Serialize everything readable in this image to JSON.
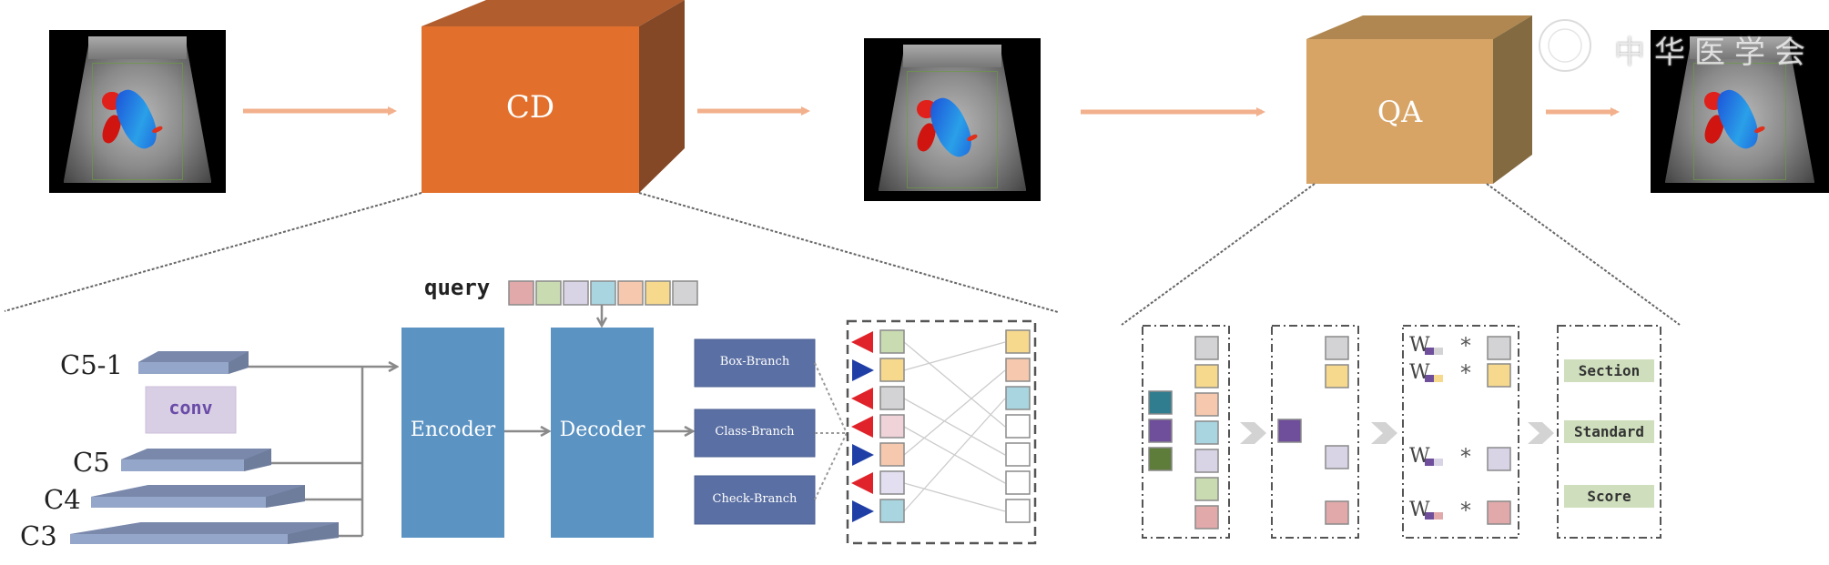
{
  "pipeline": {
    "stage1_label": "CD",
    "stage2_label": "QA",
    "images": [
      "input-ultrasound",
      "detected-ultrasound",
      "output-ultrasound"
    ],
    "colors": {
      "cd_front": "#e2702c",
      "cd_top": "#b15d2e",
      "cd_side": "#844826",
      "qa_front": "#d7a466",
      "qa_top": "#b08750",
      "qa_side": "#846a40",
      "arrow": "#f2b08d"
    }
  },
  "cd_detail": {
    "feature_maps": [
      {
        "label": "C5-1"
      },
      {
        "label": "C5"
      },
      {
        "label": "C4"
      },
      {
        "label": "C3"
      }
    ],
    "conv_label": "conv",
    "query_label": "query",
    "query_colors": [
      "#e1a9aa",
      "#c9dbb1",
      "#d9d3e6",
      "#a8d5e0",
      "#f6c9ae",
      "#f7d98d",
      "#d3d3d5"
    ],
    "encoder_label": "Encoder",
    "decoder_label": "Decoder",
    "branches": [
      "Box-Branch",
      "Class-Branch",
      "Check-Branch"
    ],
    "matching": {
      "left": [
        {
          "color": "#c9dbb1",
          "triangle": "red"
        },
        {
          "color": "#f7d98d",
          "triangle": "blue"
        },
        {
          "color": "#d3d3d5",
          "triangle": "red"
        },
        {
          "color": "#efd3d8",
          "triangle": "red"
        },
        {
          "color": "#f6c9ae",
          "triangle": "blue"
        },
        {
          "color": "#e3def0",
          "triangle": "red"
        },
        {
          "color": "#a8d5e0",
          "triangle": "blue"
        }
      ],
      "right": [
        "#f7d98d",
        "#f6c9ae",
        "#a8d5e0",
        "#ffffff",
        "#ffffff",
        "#ffffff",
        "#ffffff"
      ],
      "links": [
        [
          0,
          3
        ],
        [
          1,
          0
        ],
        [
          2,
          4
        ],
        [
          3,
          5
        ],
        [
          4,
          1
        ],
        [
          5,
          6
        ],
        [
          6,
          2
        ]
      ]
    }
  },
  "qa_detail": {
    "panel1": {
      "left": [
        "#2f7d8f",
        "#6f4e9b",
        "#5e7c3a"
      ],
      "right": [
        "#d3d3d5",
        "#f7d98d",
        "#f6c9ae",
        "#a8d5e0",
        "#d9d3e6",
        "#c9dbb1",
        "#e1a9aa"
      ]
    },
    "panel2": {
      "left": [
        "#6f4e9b"
      ],
      "right": [
        "#d3d3d5",
        "#f7d98d",
        "#d9d3e6",
        "#e1a9aa"
      ]
    },
    "panel3": {
      "weight_symbol": "W",
      "op_symbol": "*",
      "rows": [
        {
          "color": "#d3d3d5"
        },
        {
          "color": "#f7d98d"
        },
        {
          "color": "#d9d3e6"
        },
        {
          "color": "#e1a9aa"
        }
      ]
    },
    "outputs": [
      "Section",
      "Standard",
      "Score"
    ]
  },
  "watermark": "中华医学会"
}
